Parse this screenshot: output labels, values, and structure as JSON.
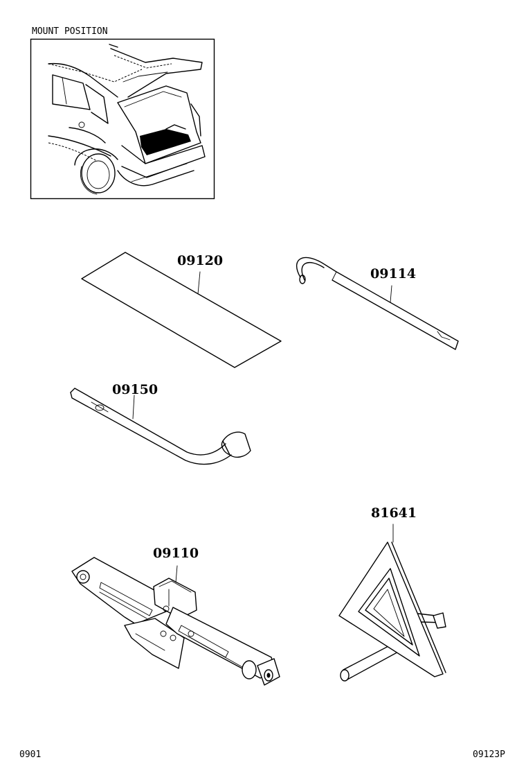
{
  "inset": {
    "title": "MOUNT POSITION"
  },
  "parts": [
    {
      "id": "mat",
      "number": "09120"
    },
    {
      "id": "jack-handle",
      "number": "09114"
    },
    {
      "id": "wheel-wrench",
      "number": "09150"
    },
    {
      "id": "jack",
      "number": "09110"
    },
    {
      "id": "warning-triangle",
      "number": "81641"
    }
  ],
  "footer": {
    "left_code": "0901",
    "right_code": "09123P"
  }
}
